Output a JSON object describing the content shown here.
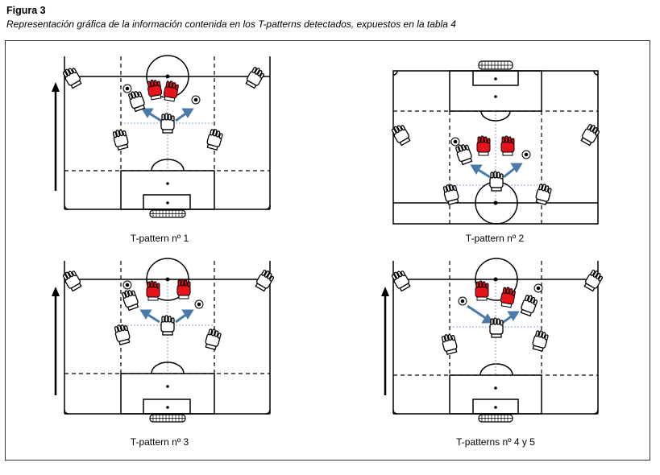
{
  "figure": {
    "title": "Figura 3",
    "caption": "Representación gráfica de la información contenida en los T-patterns detectados, expuestos en la tabla 4"
  },
  "panels": [
    {
      "label": "T-pattern nº 1"
    },
    {
      "label": "T-pattern nº 2"
    },
    {
      "label": "T-pattern nº 3"
    },
    {
      "label": "T-patterns nº 4 y 5"
    }
  ],
  "colors": {
    "attacker": "#ffffff",
    "defender": "#e8141c",
    "arrow": "#4a7aa8",
    "line": "#000000",
    "dotted": "#5c86b8"
  },
  "icons": [
    "glove-icon",
    "ball-icon",
    "arrow-icon",
    "goal-net-icon"
  ]
}
